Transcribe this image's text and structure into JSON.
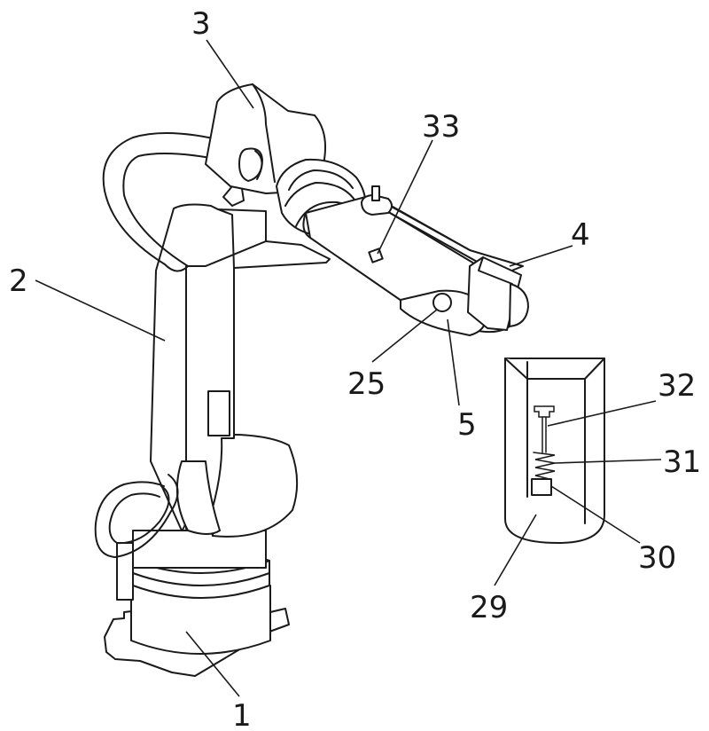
{
  "labels": {
    "base": "1",
    "column": "2",
    "shoulder": "3",
    "wrist": "4",
    "forearm": "5",
    "pivot": "25",
    "holder": "29",
    "block": "30",
    "spring": "31",
    "clip": "32",
    "sensor": "33"
  }
}
